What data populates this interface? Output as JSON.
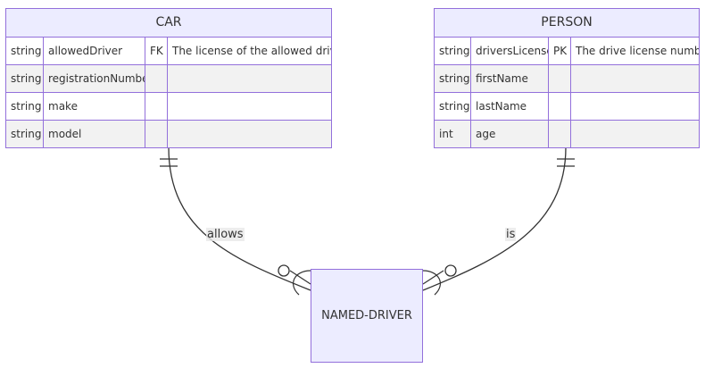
{
  "entities": {
    "car": {
      "title": "CAR",
      "attributes": [
        {
          "type": "string",
          "name": "allowedDriver",
          "key": "FK",
          "comment": "The license of the allowed driver"
        },
        {
          "type": "string",
          "name": "registrationNumber",
          "key": "",
          "comment": ""
        },
        {
          "type": "string",
          "name": "make",
          "key": "",
          "comment": ""
        },
        {
          "type": "string",
          "name": "model",
          "key": "",
          "comment": ""
        }
      ]
    },
    "person": {
      "title": "PERSON",
      "attributes": [
        {
          "type": "string",
          "name": "driversLicense",
          "key": "PK",
          "comment": "The drive license number"
        },
        {
          "type": "string",
          "name": "firstName",
          "key": "",
          "comment": ""
        },
        {
          "type": "string",
          "name": "lastName",
          "key": "",
          "comment": ""
        },
        {
          "type": "int",
          "name": "age",
          "key": "",
          "comment": ""
        }
      ]
    },
    "named_driver": {
      "title": "NAMED-DRIVER"
    }
  },
  "relationships": [
    {
      "from": "CAR",
      "to": "NAMED-DRIVER",
      "label": "allows",
      "from_cardinality": "exactly-one",
      "to_cardinality": "zero-or-more"
    },
    {
      "from": "PERSON",
      "to": "NAMED-DRIVER",
      "label": "is",
      "from_cardinality": "exactly-one",
      "to_cardinality": "zero-or-more"
    }
  ],
  "colors": {
    "border": "#9370db",
    "header_fill": "#ececff",
    "row_alt": "#f2f2f2",
    "line": "#333333"
  }
}
